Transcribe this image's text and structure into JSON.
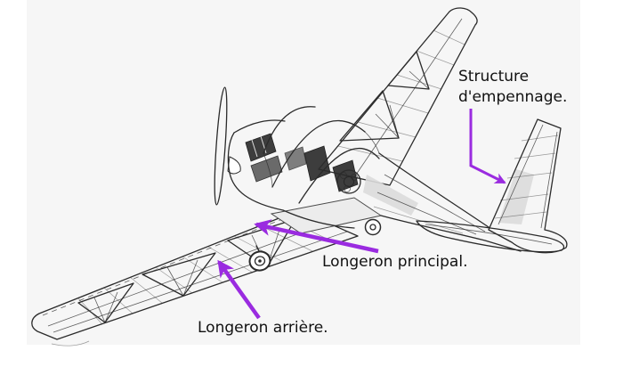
{
  "theme": {
    "page_bg": "#ffffff",
    "figure_bg": "#f6f6f6",
    "ink": "#2b2b2b",
    "accent": "#9a2be0",
    "text": "#111111"
  },
  "figure": {
    "kind": "aircraft-cutaway-technical-drawing",
    "description": "Pen-and-ink cutaway illustration of a light motor-glider aircraft showing internal wing ribs, spars, fuselage and tail structure"
  },
  "annotations": [
    {
      "id": "empennage",
      "label": "Structure d'empennage."
    },
    {
      "id": "principal",
      "label": "Longeron principal."
    },
    {
      "id": "arriere",
      "label": "Longeron arrière."
    }
  ]
}
